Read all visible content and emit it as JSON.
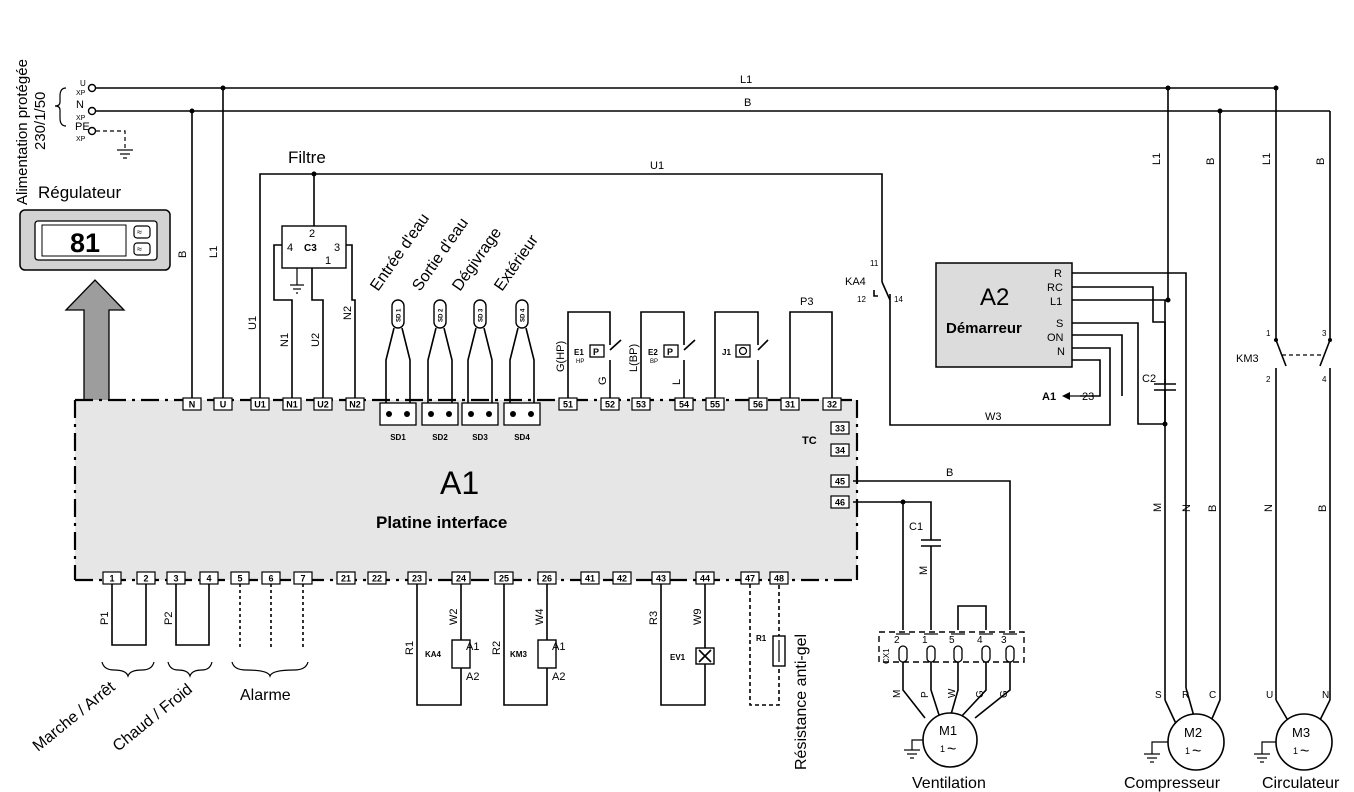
{
  "supply": {
    "title_line1": "Alimentation protégée",
    "title_line2": "230/1/50",
    "u": "U",
    "n": "N",
    "pe": "PE",
    "xp": "XP",
    "l1": "L1",
    "b": "B"
  },
  "regulator": {
    "title": "Régulateur",
    "display": "81"
  },
  "filter": {
    "title": "Filtre",
    "component": "C3",
    "pins": [
      "2",
      "4",
      "3",
      "1"
    ]
  },
  "sensors": {
    "labels": [
      "Entrée d'eau",
      "Sortie d'eau",
      "Dégivrage",
      "Extérieur"
    ],
    "probes": [
      "SD 1",
      "SD 2",
      "SD 3",
      "SD 4"
    ],
    "names": [
      "SD1",
      "SD2",
      "SD3",
      "SD4"
    ]
  },
  "board": {
    "id": "A1",
    "name": "Platine interface",
    "tc": "TC"
  },
  "top_terminals": [
    "N",
    "U",
    "U1",
    "N1",
    "U2",
    "N2",
    "51",
    "52",
    "53",
    "54",
    "55",
    "56",
    "31",
    "32"
  ],
  "side_terminals": [
    "33",
    "34",
    "45",
    "46"
  ],
  "bottom_terminals": [
    "1",
    "2",
    "3",
    "4",
    "5",
    "6",
    "7",
    "21",
    "22",
    "23",
    "24",
    "25",
    "26",
    "41",
    "42",
    "43",
    "44",
    "47",
    "48"
  ],
  "wires": {
    "b": "B",
    "l1": "L1",
    "u1": "U1",
    "n1": "N1",
    "u2": "U2",
    "n2": "N2",
    "ghp": "G(HP)",
    "g": "G",
    "lbp": "L(BP)",
    "l": "L",
    "p3": "P3",
    "w3": "W3",
    "p1": "P1",
    "p2": "P2",
    "r1": "R1",
    "w2": "W2",
    "r2": "R2",
    "w4": "W4",
    "r3": "R3",
    "w9": "W9",
    "m": "M",
    "n": "N"
  },
  "pressostats": {
    "e1": "E1",
    "hp": "HP",
    "e2": "E2",
    "bp": "BP",
    "j1": "J1"
  },
  "relays": {
    "ka4": "KA4",
    "km3": "KM3",
    "a1": "A1",
    "a2": "A2",
    "ev1": "EV1",
    "r1": "R1",
    "ka4_11": "11",
    "ka4_12": "12",
    "ka4_14": "14",
    "km3_pins": [
      "1",
      "3",
      "2",
      "4"
    ]
  },
  "starter": {
    "id": "A2",
    "name": "Démarreur",
    "pins": [
      "R",
      "RC",
      "L1",
      "S",
      "ON",
      "N"
    ],
    "ref_target": "A1",
    "ref_pin": "23"
  },
  "caps": {
    "c1": "C1",
    "c2": "C2",
    "cx1": "CX1"
  },
  "fan_connector": {
    "pins": [
      "2",
      "1",
      "5",
      "4",
      "3"
    ],
    "wires": [
      "M",
      "P",
      "W",
      "G",
      "G"
    ]
  },
  "motors": {
    "m1": "M1",
    "m2": "M2",
    "m3": "M3",
    "phase": "1",
    "ac": "~",
    "m2_pins": [
      "S",
      "R",
      "C"
    ],
    "m3_pins": [
      "U",
      "N"
    ]
  },
  "groups": {
    "marche": "Marche / Arrêt",
    "chaud": "Chaud / Froid",
    "alarme": "Alarme",
    "antigel": "Résistance anti-gel",
    "ventilation": "Ventilation",
    "compresseur": "Compresseur",
    "circulateur": "Circulateur"
  }
}
